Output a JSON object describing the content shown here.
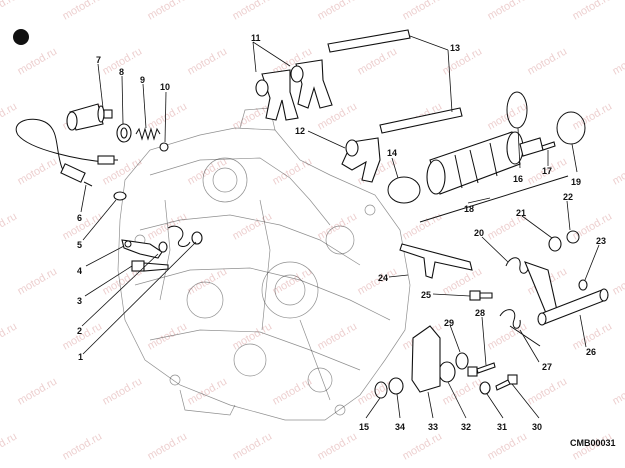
{
  "diagram": {
    "code": "CMB00031",
    "watermark": "motod.ru",
    "labels": [
      {
        "id": "l1",
        "text": "1"
      },
      {
        "id": "l2",
        "text": "2"
      },
      {
        "id": "l3",
        "text": "3"
      },
      {
        "id": "l4",
        "text": "4"
      },
      {
        "id": "l5",
        "text": "5"
      },
      {
        "id": "l6",
        "text": "6"
      },
      {
        "id": "l7",
        "text": "7"
      },
      {
        "id": "l8",
        "text": "8"
      },
      {
        "id": "l9",
        "text": "9"
      },
      {
        "id": "l10",
        "text": "10"
      },
      {
        "id": "l11",
        "text": "11"
      },
      {
        "id": "l12",
        "text": "12"
      },
      {
        "id": "l13",
        "text": "13"
      },
      {
        "id": "l14",
        "text": "14"
      },
      {
        "id": "l15",
        "text": "15"
      },
      {
        "id": "l16",
        "text": "16"
      },
      {
        "id": "l17",
        "text": "17"
      },
      {
        "id": "l18",
        "text": "18"
      },
      {
        "id": "l19",
        "text": "19"
      },
      {
        "id": "l20",
        "text": "20"
      },
      {
        "id": "l21",
        "text": "21"
      },
      {
        "id": "l22",
        "text": "22"
      },
      {
        "id": "l23",
        "text": "23"
      },
      {
        "id": "l24",
        "text": "24"
      },
      {
        "id": "l25",
        "text": "25"
      },
      {
        "id": "l26",
        "text": "26"
      },
      {
        "id": "l27",
        "text": "27"
      },
      {
        "id": "l28",
        "text": "28"
      },
      {
        "id": "l29",
        "text": "29"
      },
      {
        "id": "l30",
        "text": "30"
      },
      {
        "id": "l31",
        "text": "31"
      },
      {
        "id": "l32",
        "text": "32"
      },
      {
        "id": "l33",
        "text": "33"
      },
      {
        "id": "l34",
        "text": "34"
      }
    ]
  }
}
